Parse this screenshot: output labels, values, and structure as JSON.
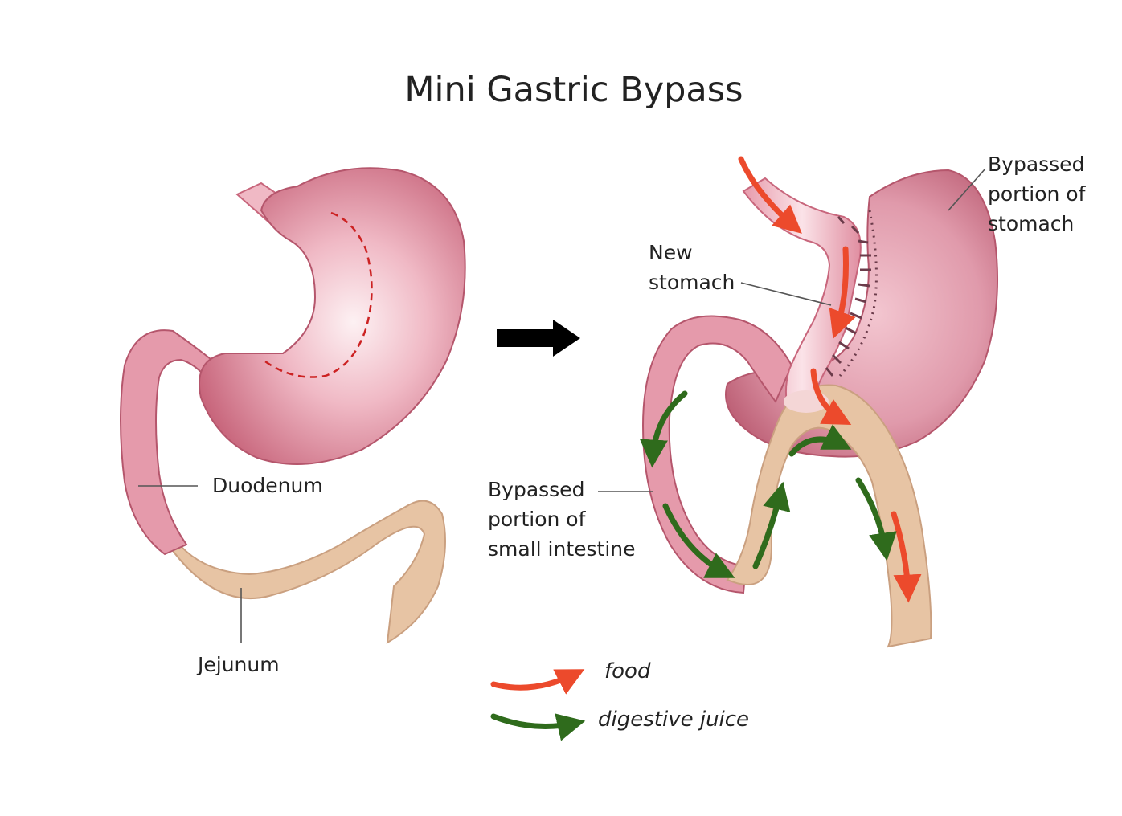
{
  "title": "Mini Gastric Bypass",
  "labels": {
    "duodenum": "Duodenum",
    "jejunum": "Jejunum",
    "new_stomach": [
      "New",
      "stomach"
    ],
    "bypassed_stomach": [
      "Bypassed",
      "portion of",
      "stomach"
    ],
    "bypassed_intestine": [
      "Bypassed",
      "portion of",
      "small intestine"
    ]
  },
  "legend": {
    "food": "food",
    "digestive_juice": "digestive juice"
  },
  "colors": {
    "stomach": "#d98396",
    "stomach_light": "#fbe6ea",
    "stomach_dark": "#b5566c",
    "intestine": "#e7c4a4",
    "intestine_dark": "#caa080",
    "food_arrow": "#ec4a2c",
    "juice_arrow": "#2f6b1c",
    "surgery_line": "#cc2222",
    "staples": "#6b3b4a",
    "process_arrow": "#000000"
  }
}
